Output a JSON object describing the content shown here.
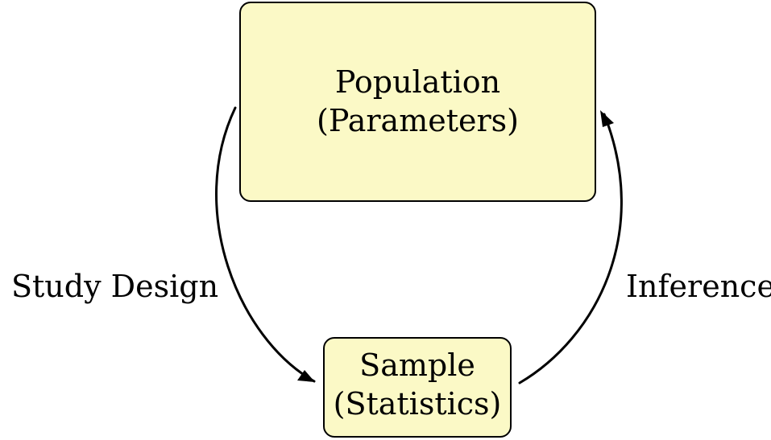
{
  "nodes": {
    "population": {
      "line1": "Population",
      "line2": "(Parameters)",
      "fill": "#fbf9c6"
    },
    "sample": {
      "line1": "Sample",
      "line2": "(Statistics)",
      "fill": "#fbf9c6"
    }
  },
  "edges": {
    "study_design": {
      "label": "Study Design",
      "from": "population",
      "to": "sample"
    },
    "inference": {
      "label": "Inference",
      "from": "sample",
      "to": "population"
    }
  }
}
